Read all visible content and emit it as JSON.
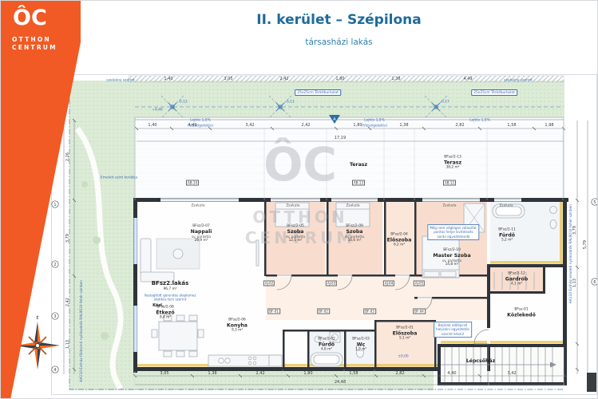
{
  "header": {
    "title": "II. kerület – Szépilona",
    "subtitle": "társasházi lakás"
  },
  "brand": {
    "symbol": "ÔC",
    "line1": "OTTHON",
    "line2": "CENTRUM"
  },
  "watermark": {
    "symbol": "ÔC",
    "line1": "OTTHON",
    "line2": "CENTRUM"
  },
  "apartment": {
    "code": "BFsz2.lakás",
    "area": "96,7 m²",
    "corridor": "Közl.",
    "note1": "Vastagított gerendás alaplemez",
    "note2": "statikus terv szerint"
  },
  "rooms": {
    "nappali": {
      "code": "BFsz/2-07",
      "name": "Nappali",
      "finish": "sv. parketta",
      "area": "28,9 m²"
    },
    "szoba1": {
      "code": "BFsz/2-05",
      "name": "Szoba",
      "finish": "sv. parketta",
      "area": "12,1 m²"
    },
    "szoba2": {
      "code": "BFsz/2-09",
      "name": "Szoba",
      "finish": "sv. parketta",
      "area": "10,6 m²"
    },
    "eloszoba04": {
      "code": "BFsz/2-04",
      "name": "Előszoba",
      "area": "6,2 m²"
    },
    "master": {
      "code": "BFsz/2-10",
      "name": "Master Szoba",
      "finish": "sv. parketta",
      "area": "14,8 m²"
    },
    "furdo11": {
      "code": "BFsz/2-11",
      "name": "Fürdő",
      "area": "5,2 m²"
    },
    "gardrob": {
      "code": "BFsz/2-12",
      "name": "Gardrób",
      "area": "4,1 m²"
    },
    "etkezo": {
      "code": "BFsz/2-08",
      "name": "Étkező",
      "area": "8,4 m²"
    },
    "konyha": {
      "code": "BFsz/2-06",
      "name": "Konyha",
      "area": "9,3 m²"
    },
    "furdo02": {
      "code": "BFsz/2-02",
      "name": "Fürdő",
      "area": "4,6 m²"
    },
    "wc": {
      "code": "BFsz/2-03",
      "name": "Wc",
      "area": "1,9 m²"
    },
    "eloszoba01": {
      "code": "BFsz/2-01",
      "name": "Előszoba",
      "area": "5,1 m²"
    },
    "terasz13": {
      "code": "BFsz/2-13",
      "name": "Terasz",
      "area": "38,2 m²"
    },
    "terasz": {
      "name": "Terasz"
    },
    "kozlekedo": {
      "code": "BFsz-01",
      "name": "Közlekedő"
    },
    "lepcsohaz": {
      "name": "Lépcsőház"
    }
  },
  "annotations": {
    "paving": "25x25cm Térkőburkolat",
    "slope": "Lejtés 1,5%",
    "waterproof": "(Vízszigetelés)",
    "railing": "Emeleti szint korlátja",
    "level_440": "+4,40",
    "level_m013": "-0,13",
    "level_m017": "-0,17",
    "level_000": "±0,00",
    "section_a": "A",
    "szelveny": "szelvény szerint",
    "zsaluzia": "Zsaluzia",
    "ab_tags": [
      "AB-14",
      "AB-13",
      "AB-12"
    ],
    "aj_tags": [
      "AJ-02",
      "AJ-03",
      "AJ-04",
      "AJ-05"
    ],
    "bf_tags": [
      "BF-01",
      "BF-02",
      "BF-03",
      "BF-04"
    ],
    "master_note": [
      "Még nem végleges válaszfal,",
      "pontos helye kivitelezés",
      "során egyeztetendő"
    ],
    "stair_note": [
      "Bejárati előlépcső",
      "helyszíni egyeztetés",
      "szerint készül"
    ],
    "ral_right": "HA110 Extház emeleti nyílászárók RAL9010 fehér színben",
    "ral_left": "HA110 Extház földszinti nyílászárók RAL9010 fehér színben"
  },
  "grid": {
    "left": [
      "1",
      "2",
      "3",
      "4"
    ],
    "right": [
      "5",
      "6"
    ]
  },
  "dims": {
    "top_row": [
      "1,40",
      "4,49",
      "3,42",
      "2,42",
      "1,80",
      "1,38",
      "2,82",
      "1,58",
      "1,98"
    ],
    "top_total": "17,19",
    "upper_row": [
      "1,40",
      "3,05",
      "2,42",
      "1,80",
      "1,38",
      "4,49"
    ],
    "bottom_row": [
      "3,05",
      "1,38",
      "2,42",
      "1,80",
      "1,58",
      "2,82",
      "4,40",
      "3,42"
    ],
    "bottom_total": "24,48",
    "left_col": [
      "2,26",
      "3,79",
      "2,42",
      "1,13"
    ],
    "right_col": [
      "3,79",
      "1,13",
      "5,79"
    ]
  },
  "compass": {
    "north": "É"
  }
}
